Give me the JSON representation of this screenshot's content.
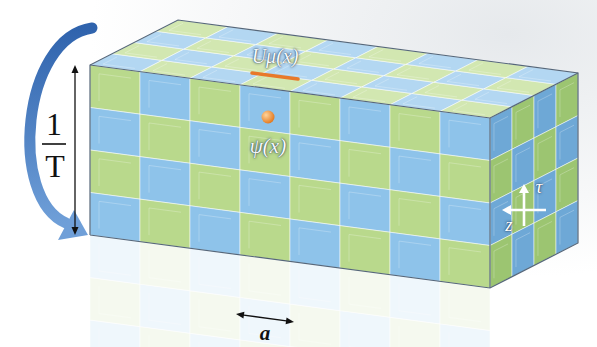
{
  "diagram": {
    "labels": [
      "Uμ(x)",
      "1",
      "ψ(x)",
      "T",
      "τ",
      "z",
      "a"
    ]
  }
}
